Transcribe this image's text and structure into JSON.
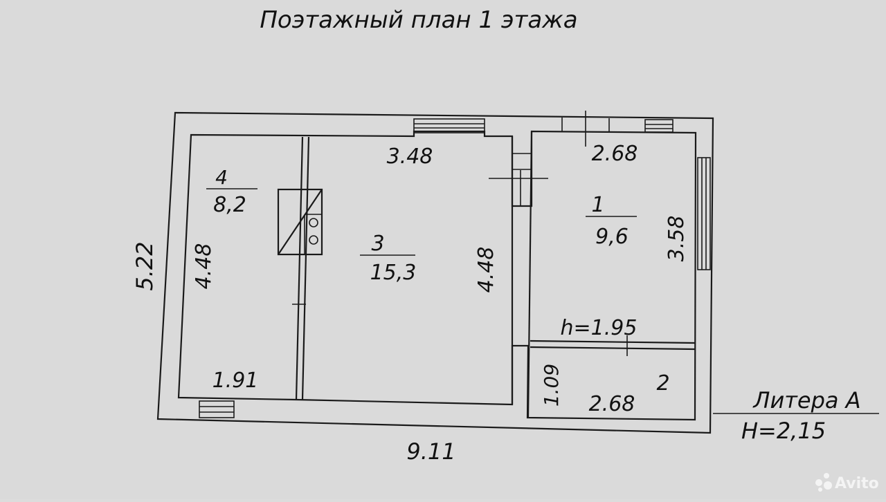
{
  "title": "Поэтажный план 1 этажа",
  "rooms": [
    {
      "number": "1",
      "area": "9,6"
    },
    {
      "number": "2",
      "area": ""
    },
    {
      "number": "3",
      "area": "15,3"
    },
    {
      "number": "4",
      "area": "8,2"
    }
  ],
  "dimensions": {
    "overall_width": "9.11",
    "overall_height": "5.22",
    "room3_width": "3.48",
    "room3_height": "4.48",
    "room4_height": "4.48",
    "room4_width": "1.91",
    "room1_width": "2.68",
    "room1_height": "3.58",
    "room1_ceiling": "h=1.95",
    "room2_height": "1.09",
    "room2_width": "2.68"
  },
  "litera": {
    "label": "Литера А",
    "height": "H=2,15"
  },
  "watermark": "Avito"
}
